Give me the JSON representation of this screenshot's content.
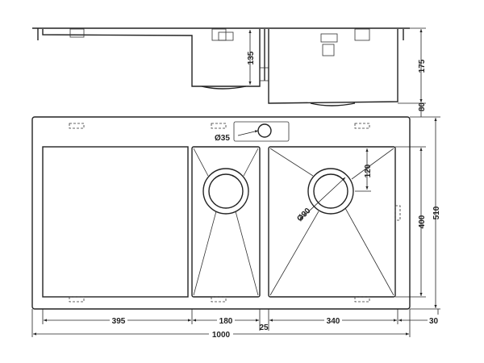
{
  "diagram": {
    "title": "Double bowl sink with drainer technical drawing",
    "side_view": {
      "small_bowl_depth": "135",
      "large_bowl_depth": "175",
      "lower_offset": "80"
    },
    "plan_view": {
      "tap_hole": "Ø35",
      "drain_large": "Ø90",
      "drain_offset": "120",
      "bowl_height": "400",
      "overall_height": "510",
      "drainer_width": "395",
      "small_bowl_width": "180",
      "divider_width": "25",
      "large_bowl_width": "340",
      "right_rim": "30",
      "overall_width": "1000"
    }
  }
}
